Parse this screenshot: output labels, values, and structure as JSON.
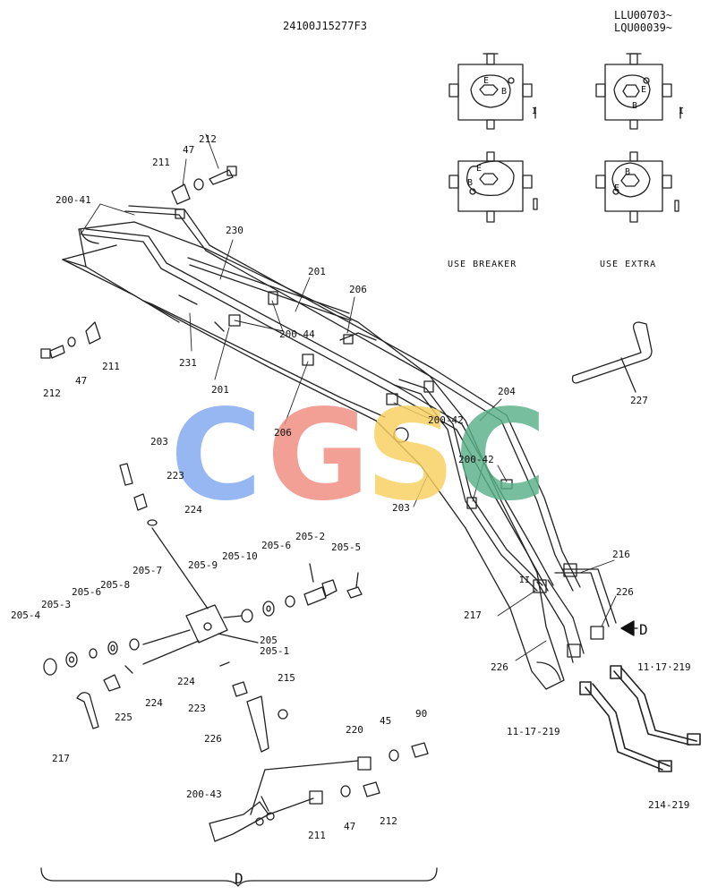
{
  "header": {
    "drawing_no": "24100J15277F3",
    "serial_1": "LLU00703~",
    "serial_2": "LQU00039~"
  },
  "valve": {
    "port_e": "E",
    "port_b": "B",
    "mark_1": "I",
    "mark_2": "II",
    "caption_breaker": "USE BREAKER",
    "caption_extra": "USE EXTRA"
  },
  "detail_mark": "D",
  "logo": {
    "letters": [
      "C",
      "G",
      "S",
      "C"
    ],
    "colors": [
      "#7fa8f0",
      "#f08a80",
      "#f8d060",
      "#58b088"
    ]
  },
  "labels": {
    "l212a": "212",
    "l211a": "211",
    "l47a": "47",
    "l200_41": "200-41",
    "l230": "230",
    "l201a": "201",
    "l206a": "206",
    "l200_44": "200-44",
    "l231": "231",
    "l201b": "201",
    "l211b": "211",
    "l212b": "212",
    "l47b": "47",
    "l227": "227",
    "l204": "204",
    "l200_42a": "200-42",
    "l200_42b": "200-42",
    "l206b": "206",
    "l203a": "203",
    "l203b": "203",
    "l223a": "223",
    "l224a": "224",
    "l205_2": "205-2",
    "l205_6a": "205-6",
    "l205_5": "205-5",
    "l205_10": "205-10",
    "l205_9": "205-9",
    "l205_7": "205-7",
    "l205_8": "205-8",
    "l205_6b": "205-6",
    "l205_3": "205-3",
    "l205_4": "205-4",
    "l205": "205",
    "l205_1": "205-1",
    "l224b": "224",
    "l224c": "224",
    "l223b": "223",
    "l225": "225",
    "l226a": "226",
    "l215": "215",
    "l217a": "217",
    "l216": "216",
    "l226b": "226",
    "l226c": "226",
    "l217b": "217",
    "l11_17_219a": "11·17·219",
    "l11_17_219b": "11-17-219",
    "l214_219": "214-219",
    "l220": "220",
    "l45": "45",
    "l90": "90",
    "l200_43": "200-43",
    "l211c": "211",
    "l47c": "47",
    "l212c": "212"
  }
}
